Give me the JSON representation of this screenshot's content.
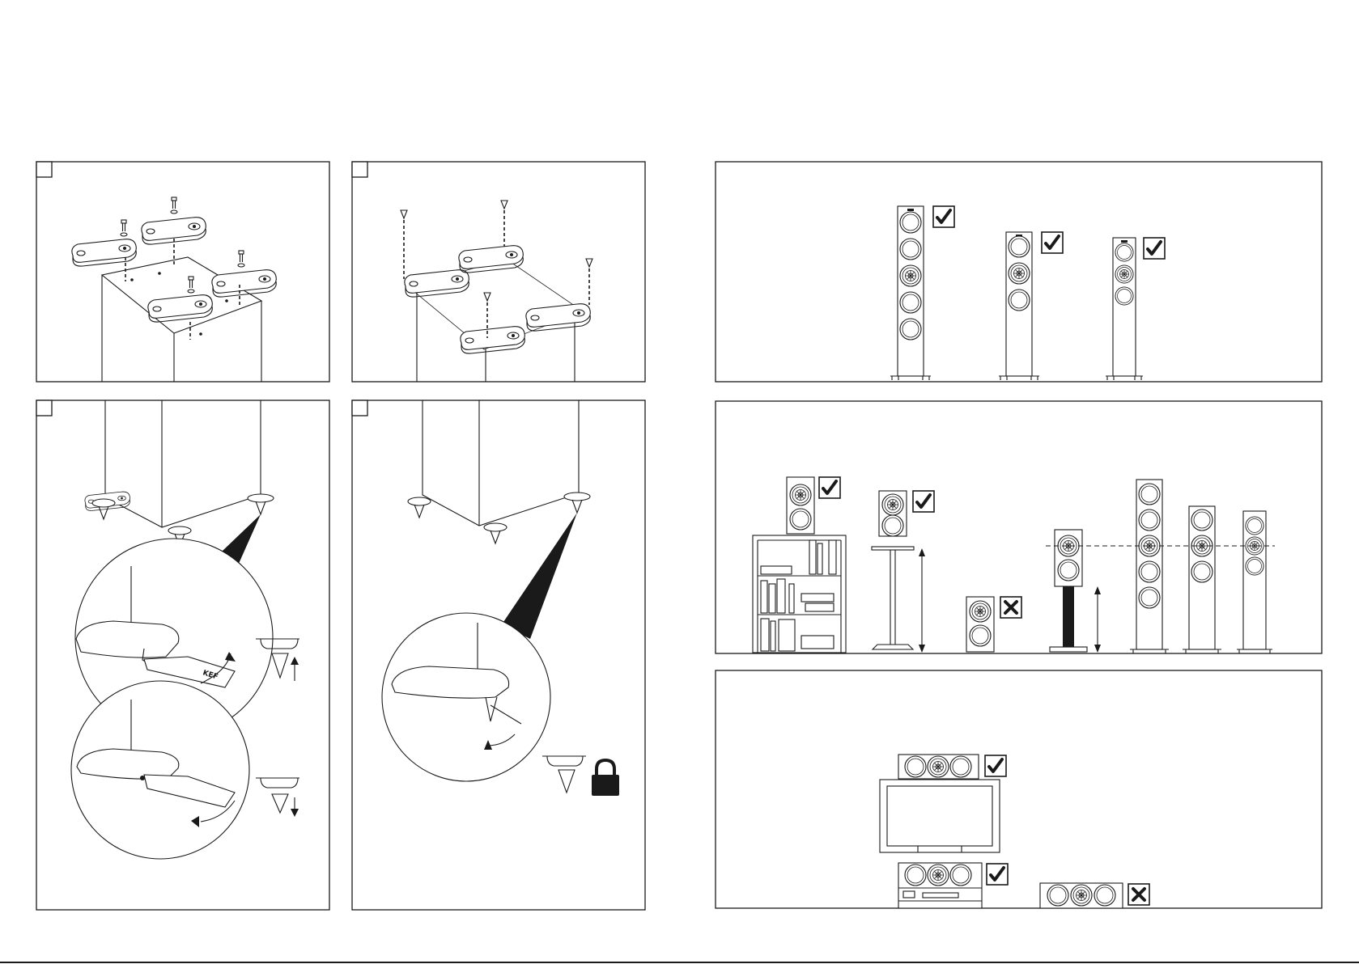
{
  "document": {
    "type": "speaker installation guide page",
    "brand_logo_text": "KEF"
  },
  "panels": [
    {
      "id": "feet-attach",
      "step_box": ""
    },
    {
      "id": "spike-insert",
      "step_box": ""
    },
    {
      "id": "spike-adjust",
      "step_box": ""
    },
    {
      "id": "spike-lock",
      "step_box": ""
    },
    {
      "id": "floorstander-placement"
    },
    {
      "id": "tweeter-height"
    },
    {
      "id": "centre-placement"
    }
  ],
  "icons": {
    "ok": "check-box-icon",
    "bad": "cross-box-icon",
    "lock": "lock-icon",
    "up": "arrow-up-icon",
    "down": "arrow-down-icon"
  },
  "colors": {
    "line": "#1a1a1a",
    "background": "#ffffff"
  }
}
